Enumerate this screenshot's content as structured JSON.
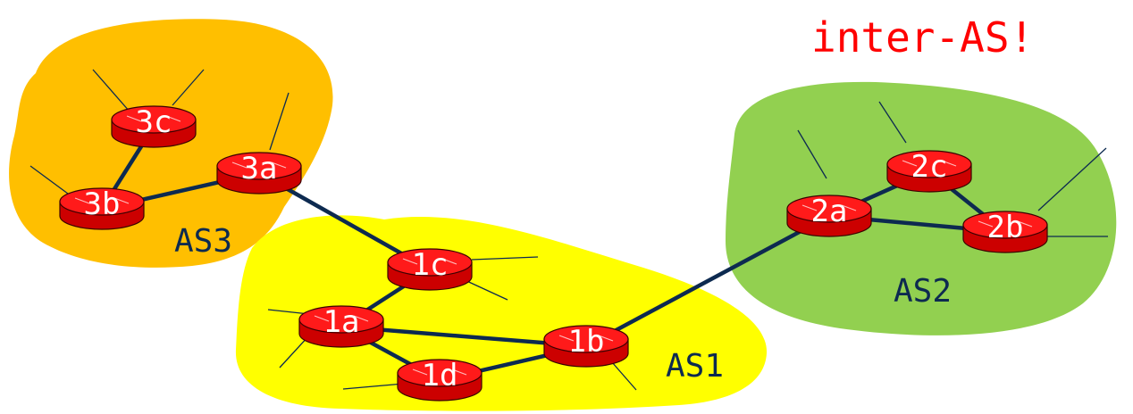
{
  "title": "inter-AS!",
  "colors": {
    "as1": "#ffff00",
    "as2": "#92d050",
    "as3": "#ffbf00",
    "router": "#ff1a1a",
    "link": "#0d2a50",
    "label": "#0d2a50",
    "title": "#ff0000"
  },
  "autonomous_systems": [
    {
      "id": "AS1",
      "label": "AS1"
    },
    {
      "id": "AS2",
      "label": "AS2"
    },
    {
      "id": "AS3",
      "label": "AS3"
    }
  ],
  "routers": [
    {
      "id": "3c",
      "label": "3c",
      "as": "AS3"
    },
    {
      "id": "3a",
      "label": "3a",
      "as": "AS3"
    },
    {
      "id": "3b",
      "label": "3b",
      "as": "AS3"
    },
    {
      "id": "1c",
      "label": "1c",
      "as": "AS1"
    },
    {
      "id": "1a",
      "label": "1a",
      "as": "AS1"
    },
    {
      "id": "1b",
      "label": "1b",
      "as": "AS1"
    },
    {
      "id": "1d",
      "label": "1d",
      "as": "AS1"
    },
    {
      "id": "2a",
      "label": "2a",
      "as": "AS2"
    },
    {
      "id": "2c",
      "label": "2c",
      "as": "AS2"
    },
    {
      "id": "2b",
      "label": "2b",
      "as": "AS2"
    }
  ],
  "links": [
    [
      "3b",
      "3a"
    ],
    [
      "3b",
      "3c"
    ],
    [
      "3a",
      "1c"
    ],
    [
      "1c",
      "1a"
    ],
    [
      "1a",
      "1b"
    ],
    [
      "1a",
      "1d"
    ],
    [
      "1d",
      "1b"
    ],
    [
      "1b",
      "2a"
    ],
    [
      "2a",
      "2c"
    ],
    [
      "2a",
      "2b"
    ],
    [
      "2c",
      "2b"
    ]
  ]
}
